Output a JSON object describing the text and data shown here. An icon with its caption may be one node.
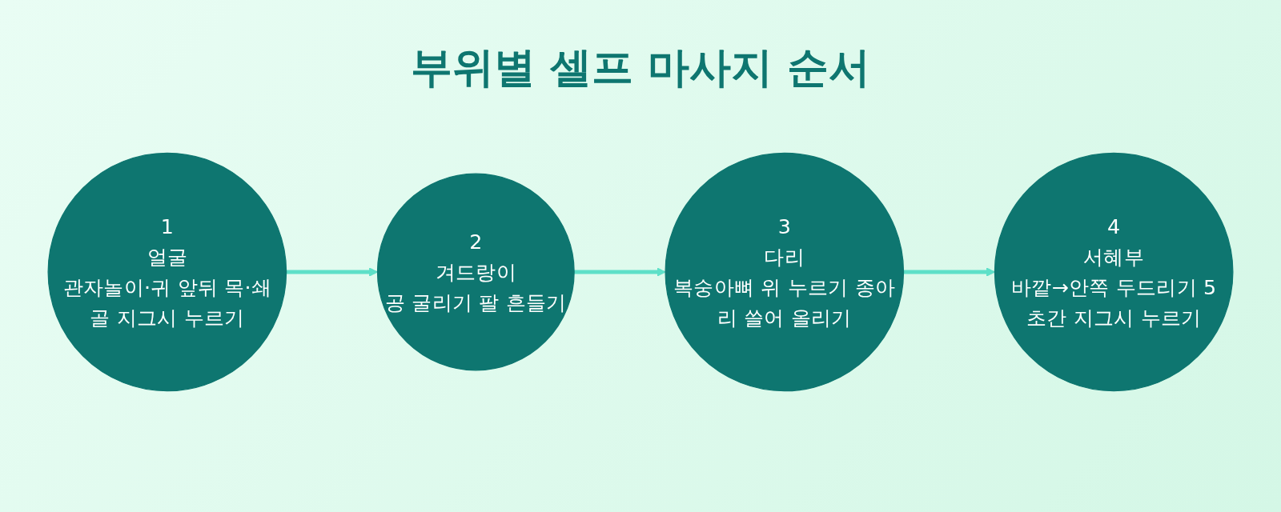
{
  "diagram": {
    "title": "부위별 셀프 마사지 순서",
    "nodes": [
      {
        "text": [
          "1",
          "얼굴",
          "관자놀이·귀 앞뒤 목·쇄골 지그시 누르기"
        ]
      },
      {
        "text": [
          "2",
          "겨드랑이",
          "공 굴리기 팔 흔들기"
        ]
      },
      {
        "text": [
          "3",
          "다리",
          "복숭아뼈 위 누르기 종아리 쓸어 올리기"
        ]
      },
      {
        "text": [
          "4",
          "서혜부",
          "바깥→안쪽 두드리기 5초간 지그시 누르기"
        ]
      }
    ],
    "edges": [
      {
        "from": 0,
        "to": 1,
        "arrow": "to"
      },
      {
        "from": 1,
        "to": 2,
        "arrow": "to"
      },
      {
        "from": 2,
        "to": 3,
        "arrow": "to"
      }
    ]
  }
}
